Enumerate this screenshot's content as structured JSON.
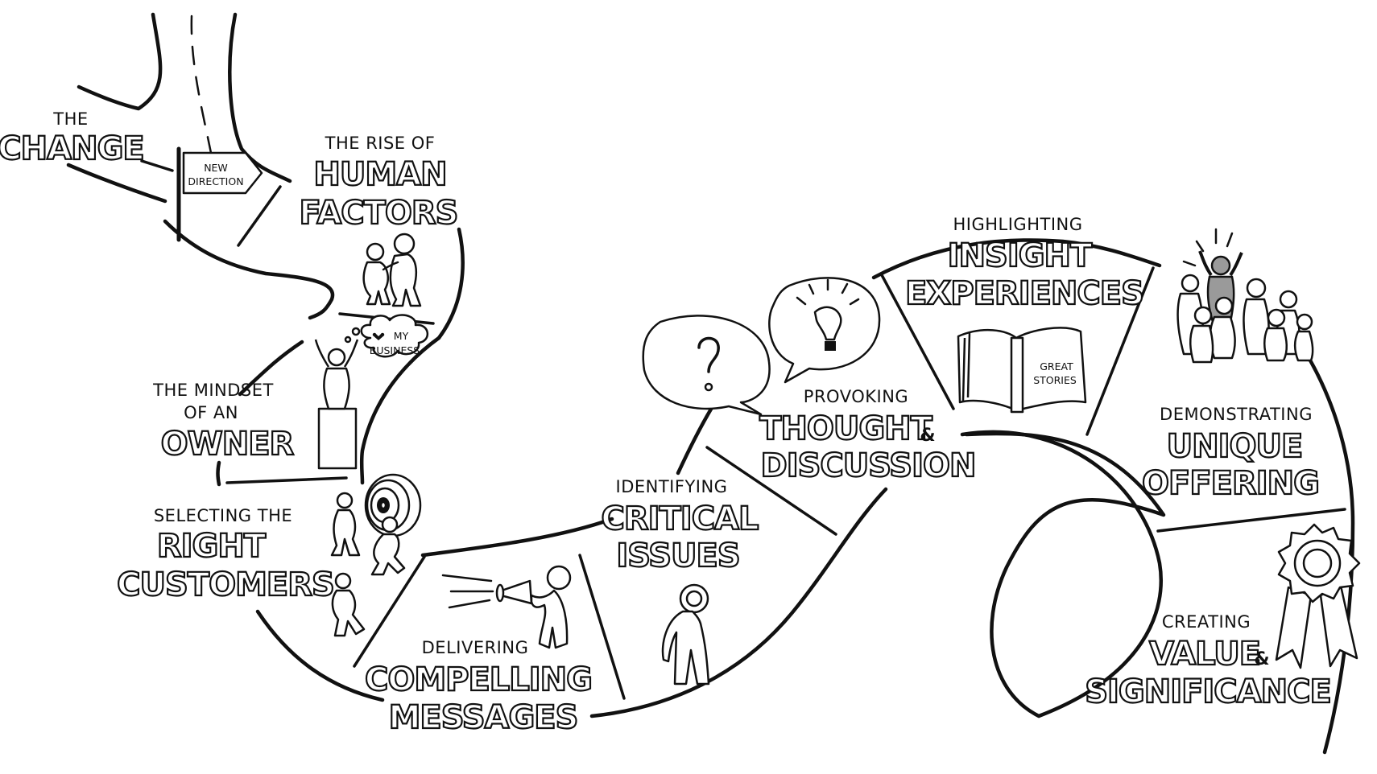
{
  "stages": {
    "change": {
      "small": "THE",
      "big": "CHANGE"
    },
    "sign": {
      "line1": "NEW",
      "line2": "DIRECTION"
    },
    "human_factors": {
      "small": "THE RISE OF",
      "big1": "HUMAN",
      "big2": "FACTORS"
    },
    "owner": {
      "small1": "THE MINDSET",
      "small2": "OF AN",
      "big": "OWNER",
      "bubble1": "MY",
      "bubble2": "BUSINESS"
    },
    "customers": {
      "small": "SELECTING THE",
      "big1": "RIGHT",
      "big2": "CUSTOMERS"
    },
    "messages": {
      "small": "DELIVERING",
      "big1": "COMPELLING",
      "big2": "MESSAGES"
    },
    "issues": {
      "small": "IDENTIFYING",
      "big1": "CRITICAL",
      "big2": "ISSUES"
    },
    "thought": {
      "small": "PROVOKING",
      "big1": "THOUGHT",
      "amp": "&",
      "big2": "DISCUSSION"
    },
    "insight": {
      "small": "HIGHLIGHTING",
      "big1": "INSIGHT",
      "big2": "EXPERIENCES",
      "book1": "GREAT",
      "book2": "STORIES"
    },
    "unique": {
      "small": "DEMONSTRATING",
      "big1": "UNIQUE",
      "big2": "OFFERING"
    },
    "value": {
      "small": "CREATING",
      "big1": "VALUE",
      "amp": "&",
      "big2": "SIGNIFICANCE"
    }
  },
  "icons": [
    "road-icon",
    "signpost-icon",
    "two-people-icon",
    "person-on-podium-icon",
    "thought-bubble-icon",
    "target-icon",
    "person-icon",
    "megaphone-person-icon",
    "magnifier-person-icon",
    "question-bubble-icon",
    "lightbulb-bubble-icon",
    "open-book-icon",
    "cheering-crowd-icon",
    "rosette-ribbon-icon"
  ],
  "colors": {
    "ink": "#111111",
    "paper": "#ffffff",
    "highlight": "#9a9a9a"
  }
}
